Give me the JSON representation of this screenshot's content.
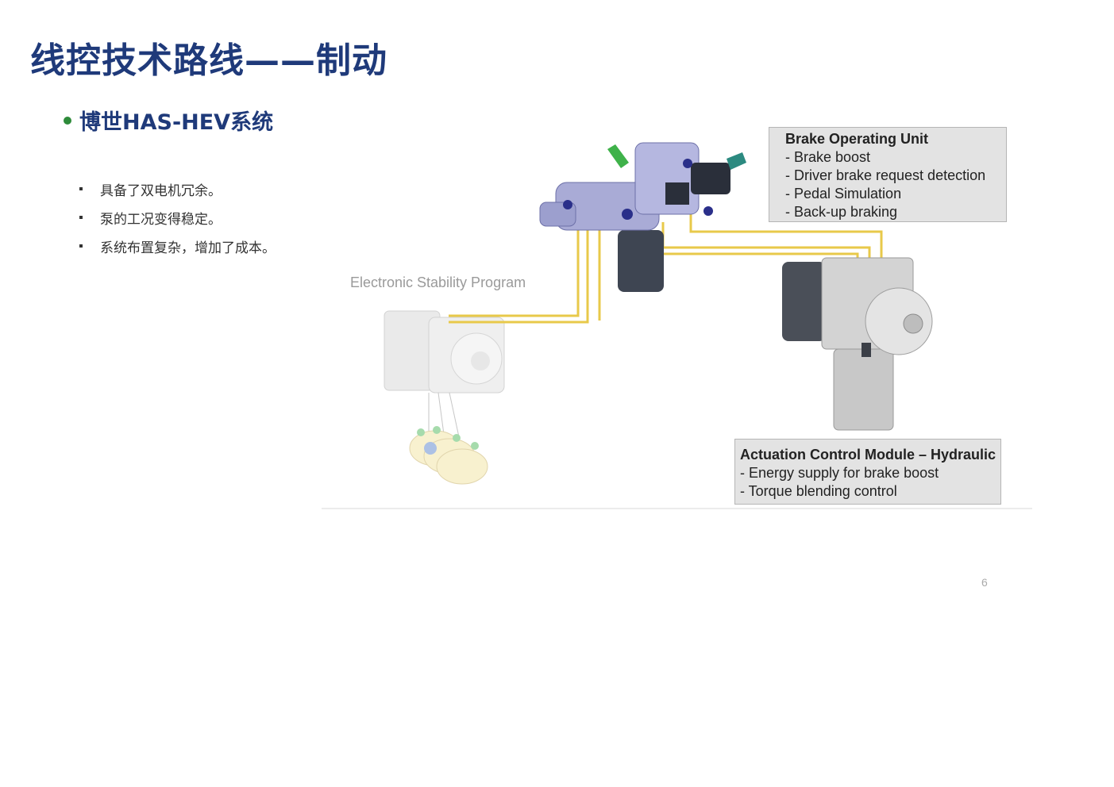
{
  "title": "线控技术路线——制动",
  "section": {
    "heading": "博世HAS-HEV系统"
  },
  "bullets": [
    "具备了双电机冗余。",
    "泵的工况变得稳定。",
    "系统布置复杂，增加了成本。"
  ],
  "diagram": {
    "esp_label": "Electronic Stability Program",
    "brake_operating_unit": {
      "title": "Brake Operating Unit",
      "items": [
        "- Brake boost",
        "- Driver brake request detection",
        "- Pedal Simulation",
        "- Back-up braking"
      ]
    },
    "actuation_control_module": {
      "title": "Actuation Control Module – Hydraulic",
      "items": [
        "- Energy supply for brake boost",
        "- Torque blending control"
      ]
    }
  },
  "page_number": "6",
  "colors": {
    "title": "#1f3a7a",
    "bullet_accent": "#2e8b3a",
    "pipe": "#e8c94a",
    "bou_body": "#a9abd6"
  }
}
